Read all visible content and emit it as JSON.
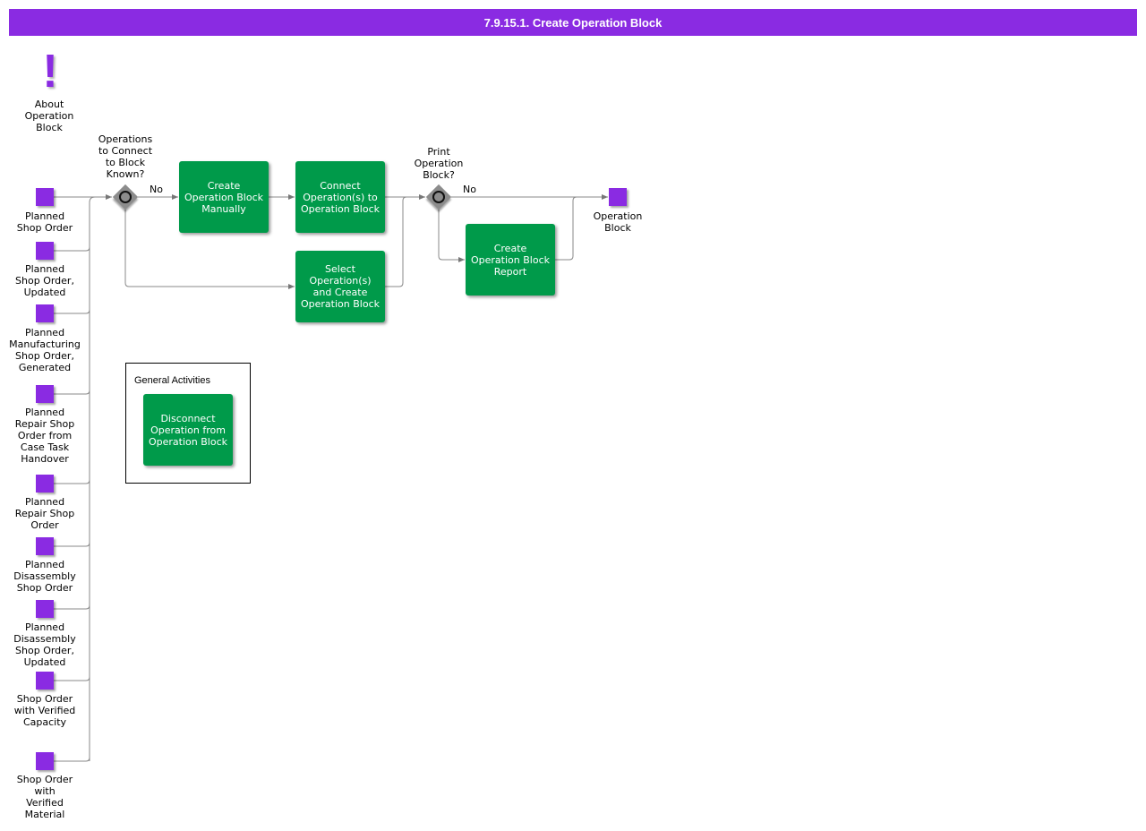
{
  "title": "7.9.15.1. Create Operation Block",
  "about": {
    "label": "About\nOperation\nBlock"
  },
  "inputs": [
    "Planned\nShop Order",
    "Planned\nShop Order,\nUpdated",
    "Planned\nManufacturing\nShop Order,\nGenerated",
    "Planned\nRepair Shop\nOrder from\nCase Task\nHandover",
    "Planned\nRepair Shop\nOrder",
    "Planned\nDisassembly\nShop Order",
    "Planned\nDisassembly\nShop Order,\nUpdated",
    "Shop Order\nwith Verified\nCapacity",
    "Shop Order\nwith\nVerified\nMaterial"
  ],
  "gateways": {
    "operations_known": "Operations\nto Connect\nto Block\nKnown?",
    "print_block": "Print\nOperation\nBlock?"
  },
  "flow_labels": {
    "no_1": "No",
    "no_2": "No"
  },
  "tasks": {
    "create_manually": "Create\nOperation Block\nManually",
    "connect_operations": "Connect\nOperation(s) to\nOperation Block",
    "select_and_create": "Select\nOperation(s)\nand Create\nOperation Block",
    "create_report": "Create\nOperation Block\nReport",
    "disconnect": "Disconnect\nOperation from\nOperation Block"
  },
  "output": {
    "label": "Operation\nBlock"
  },
  "group": {
    "title": "General Activities"
  },
  "colors": {
    "event": "#8a2be2",
    "task": "#009a4a",
    "gateway": "#8c8c8c",
    "title_bar": "#8a2be2"
  }
}
